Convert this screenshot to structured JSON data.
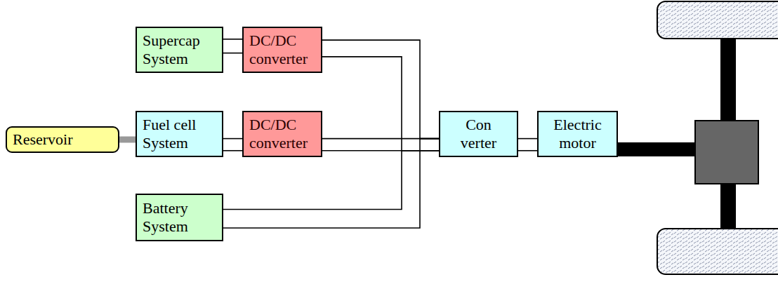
{
  "diagram": {
    "nodes": [
      {
        "text": [
          "Supercap System"
        ]
      },
      {
        "text": [
          "DC/DC converter"
        ]
      },
      {
        "text": [
          "Reservoir"
        ]
      },
      {
        "text": [
          "Fuel cell System"
        ]
      },
      {
        "text": [
          "DC/DC converter"
        ]
      },
      {
        "text": [
          "Con verter"
        ]
      },
      {
        "text": [
          "Electric motor"
        ]
      },
      {
        "text": [
          "Battery System"
        ]
      }
    ],
    "edges": [
      {
        "from": 0,
        "to": 1,
        "arrow": "none"
      },
      {
        "from": 2,
        "to": 3,
        "arrow": "none"
      },
      {
        "from": 3,
        "to": 4,
        "arrow": "none"
      },
      {
        "from": 1,
        "to": 5,
        "arrow": "none"
      },
      {
        "from": 4,
        "to": 5,
        "arrow": "none"
      },
      {
        "from": 7,
        "to": 5,
        "arrow": "none"
      },
      {
        "from": 5,
        "to": 6,
        "arrow": "none"
      }
    ]
  }
}
